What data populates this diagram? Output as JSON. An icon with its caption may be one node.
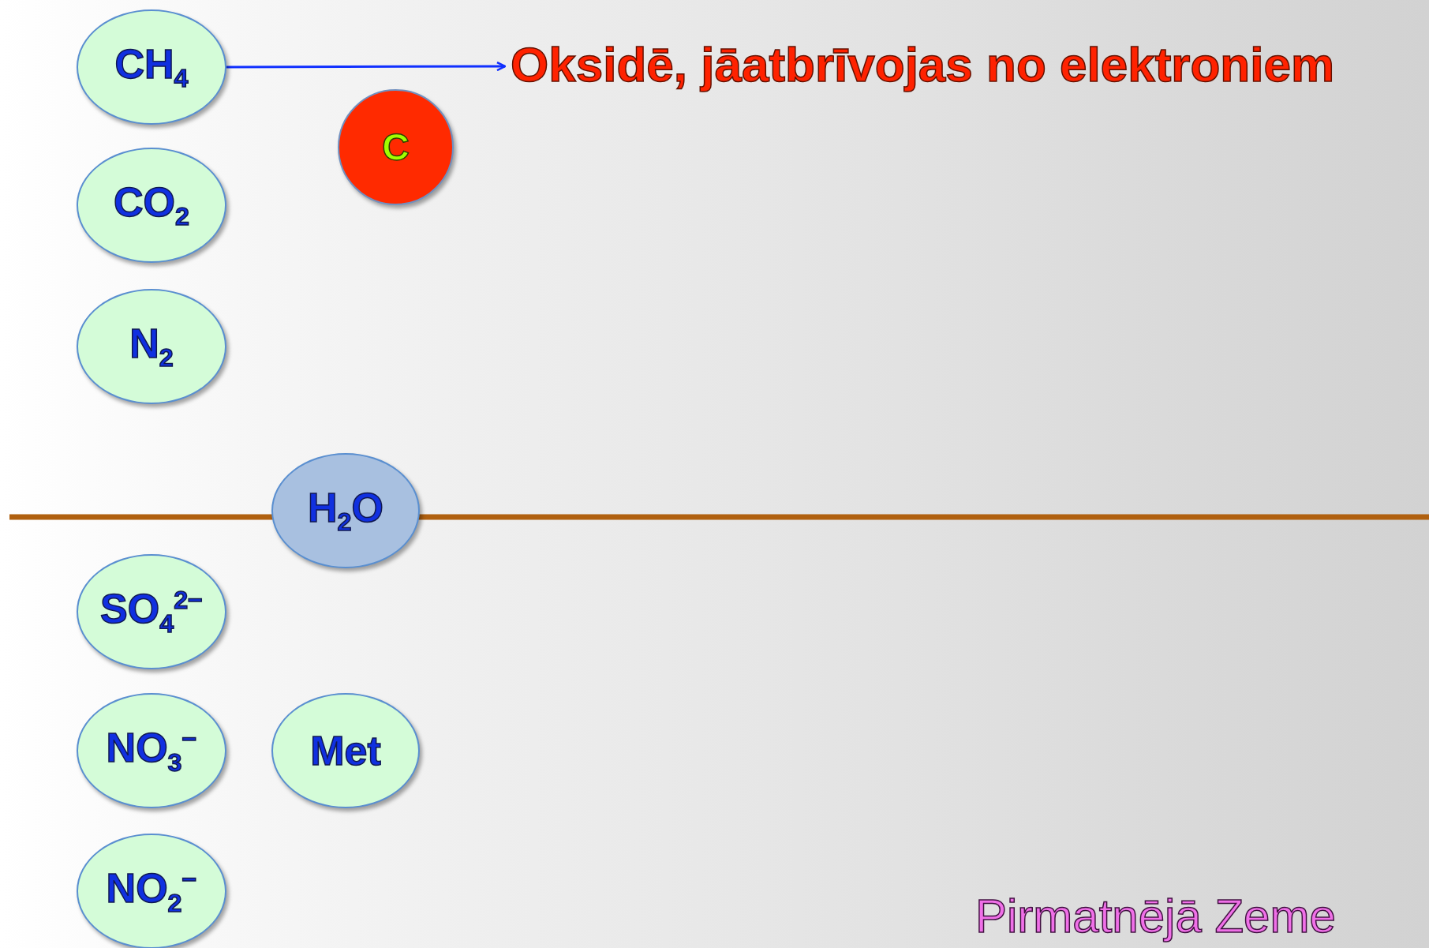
{
  "diagram": {
    "nodes": [
      {
        "text": [
          "CH$_{4}$"
        ]
      },
      {
        "text": [
          "CO$_{2}$"
        ]
      },
      {
        "text": [
          "N$_{2}$"
        ]
      },
      {
        "text": [
          "C"
        ]
      },
      {
        "text": [
          "H$_{2}$O"
        ]
      },
      {
        "text": [
          "SO$_{4}$$^{2−}$"
        ]
      },
      {
        "text": [
          "NO$_{3}$$^{−}$"
        ]
      },
      {
        "text": [
          "Met"
        ]
      },
      {
        "text": [
          "NO$_{2}$$^{−}$"
        ]
      },
      {
        "text": [
          "Oksidē, jāatbrīvojas no elektroniem"
        ]
      }
    ],
    "edges": [
      {
        "from": 0,
        "to": 9,
        "arrow": "to"
      }
    ],
    "labels": [
      "Pirmatnējā Zeme"
    ]
  }
}
